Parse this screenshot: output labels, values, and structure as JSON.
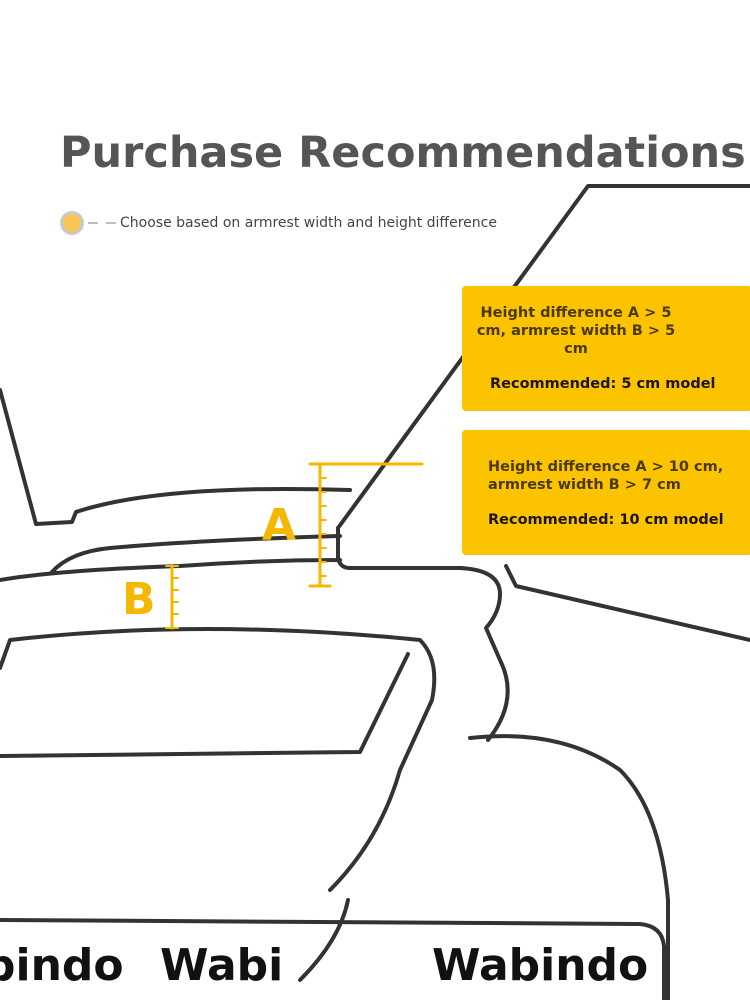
{
  "header": {
    "title": "Purchase Recommendations",
    "subtitle": "Choose based on armrest width and height difference"
  },
  "recommendations": [
    {
      "condition": "Height difference A > 5 cm, armrest width B > 5 cm",
      "recommendation": "Recommended: 5 cm model"
    },
    {
      "condition": "Height difference A > 10 cm, armrest width B > 7 cm",
      "recommendation": "Recommended: 10 cm model"
    }
  ],
  "diagram": {
    "label_a": "A",
    "label_b": "B"
  },
  "brand": {
    "logo_1": "bindo",
    "logo_2": "Wabi",
    "logo_3": "Wabindo"
  },
  "colors": {
    "accent": "#fcc300",
    "measure": "#f5b800",
    "outline": "#333333",
    "title": "#555555"
  }
}
